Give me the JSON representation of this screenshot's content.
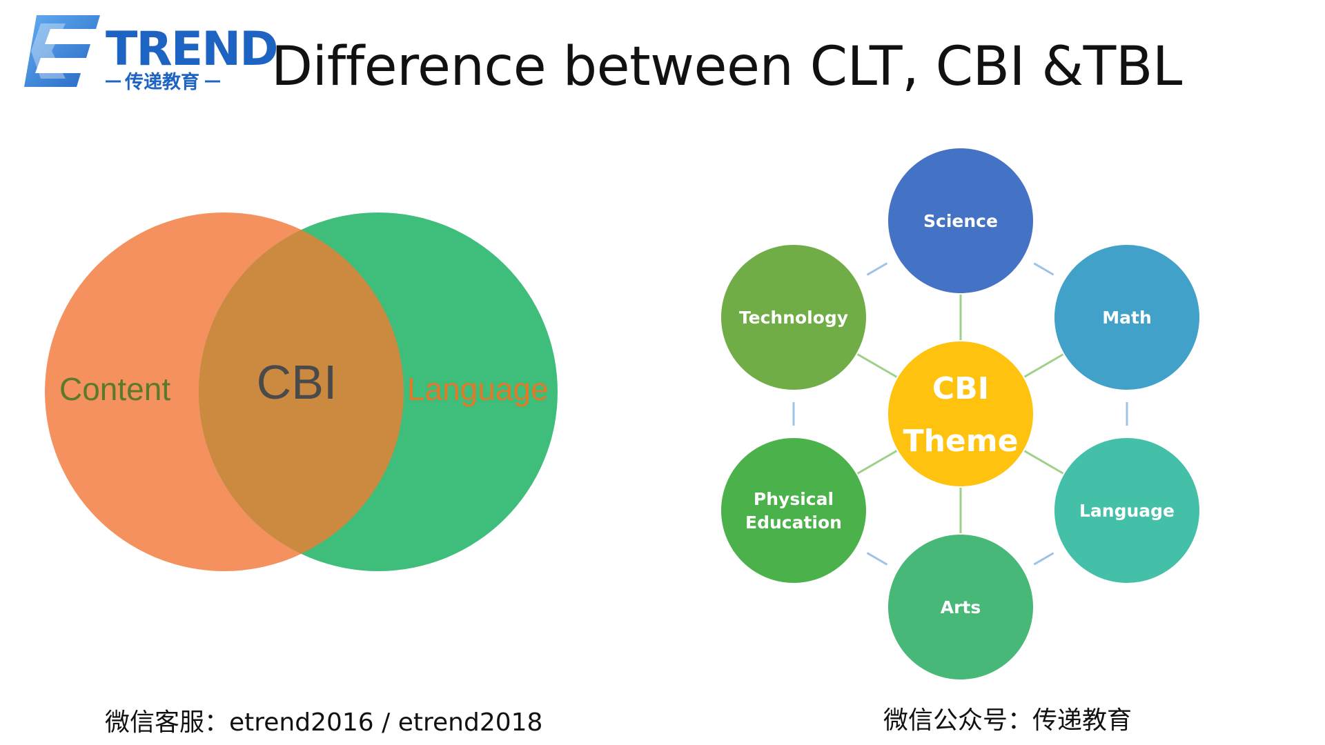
{
  "header": {
    "logo": {
      "wordmark": "TREND",
      "subtitle": "传递教育"
    },
    "title": "Difference between CLT, CBI &TBL"
  },
  "venn": {
    "circles": [
      {
        "label": "Content",
        "color": "#f4915e",
        "label_color": "#5a7a2a"
      },
      {
        "label": "Language",
        "color": "#3fbd7a",
        "label_color": "#e07a2a"
      }
    ],
    "overlap": {
      "label": "CBI",
      "color": "#cc8a40",
      "label_color": "#4a4a4a"
    }
  },
  "hub": {
    "center": {
      "lines": [
        "CBI",
        "Theme"
      ],
      "color": "#ffc20e"
    },
    "nodes": [
      {
        "id": "science",
        "lines": [
          "Science"
        ],
        "color": "#4472c4"
      },
      {
        "id": "math",
        "lines": [
          "Math"
        ],
        "color": "#42a1c8"
      },
      {
        "id": "language",
        "lines": [
          "Language"
        ],
        "color": "#44bfa8"
      },
      {
        "id": "arts",
        "lines": [
          "Arts"
        ],
        "color": "#48b878"
      },
      {
        "id": "physical-education",
        "lines": [
          "Physical",
          "Education"
        ],
        "color": "#4bb14a"
      },
      {
        "id": "technology",
        "lines": [
          "Technology"
        ],
        "color": "#70ad47"
      }
    ],
    "spoke_color": "#9fd08a",
    "ring_color": "#9dc3e6"
  },
  "footer": {
    "left": "微信客服：etrend2016 / etrend2018",
    "right": "微信公众号：传递教育"
  }
}
